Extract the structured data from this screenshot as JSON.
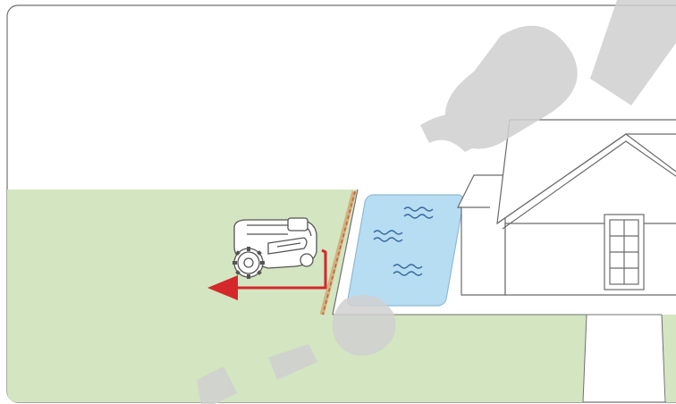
{
  "scene": {
    "description_items": [
      "lawn",
      "boundary-fence",
      "pool",
      "house",
      "robot-mower",
      "return-arrow"
    ],
    "colors": {
      "lawn": "#d3e5c1",
      "pool_fill": "#b7ddf3",
      "pool_stroke": "#8fb9d2",
      "fence": "#c88a4a",
      "fence_dash": "#d65a3a",
      "arrow": "#d4282a",
      "outline": "#6b6b6b",
      "watermark": "#d0d0d0"
    },
    "icons": {
      "mower": "robot-lawn-mower-icon",
      "pool": "water-waves-icon",
      "house": "house-icon",
      "arrow": "left-arrow-icon"
    }
  }
}
